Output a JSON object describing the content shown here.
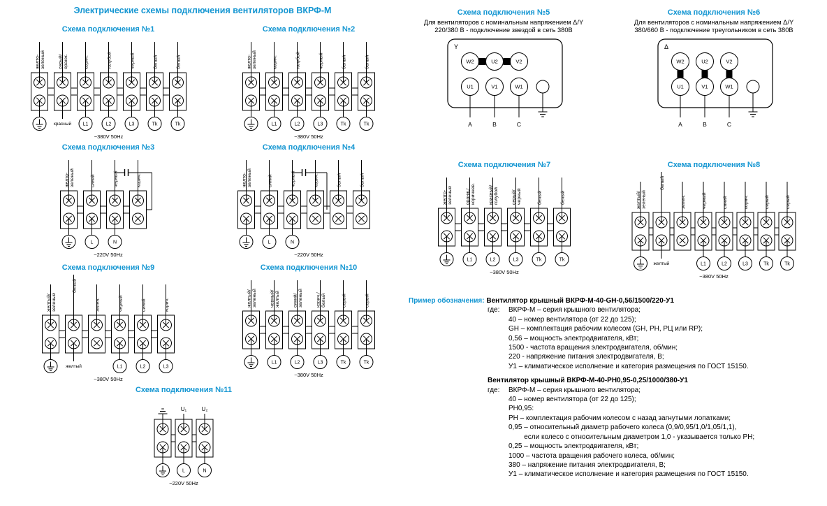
{
  "title": "Электрические схемы подключения вентиляторов ВКРФ-М",
  "colors": {
    "accent": "#1496d2",
    "line": "#000000"
  },
  "strip_schemes": [
    {
      "key": "s1",
      "title": "Схема подключения №1",
      "voltage": "~380V 50Hz",
      "terminals": [
        {
          "top": "желто-|зеленый",
          "bottom": "GND"
        },
        {
          "top": "серый/|оранж.",
          "bottomText": "красный"
        },
        {
          "top": "корич.",
          "bottom": "L1"
        },
        {
          "top": "голубой",
          "bottom": "L2"
        },
        {
          "top": "черный",
          "bottom": "L3"
        },
        {
          "top": "белый",
          "bottom": "Tk"
        },
        {
          "top": "белый",
          "bottom": "Tk"
        }
      ]
    },
    {
      "key": "s2",
      "title": "Схема подключения №2",
      "voltage": "~380V 50Hz",
      "terminals": [
        {
          "top": "желто-|зеленый",
          "bottom": "GND"
        },
        {
          "top": "корич.",
          "bottom": "L1"
        },
        {
          "top": "голубой",
          "bottom": "L2"
        },
        {
          "top": "черный",
          "bottom": "L3"
        },
        {
          "top": "белый",
          "bottom": "Tk"
        },
        {
          "top": "белый",
          "bottom": "Tk"
        }
      ]
    },
    {
      "key": "s3",
      "title": "Схема подключения №3",
      "voltage": "~220V 50Hz",
      "capacitor": [
        2,
        3
      ],
      "terminals": [
        {
          "top": "желто-|зеленый",
          "bottom": "GND"
        },
        {
          "top": "синий",
          "bottom": "L"
        },
        {
          "top": "черный",
          "bottom": "N"
        },
        {
          "top": "корич."
        }
      ]
    },
    {
      "key": "s4",
      "title": "Схема подключения №4",
      "voltage": "~220V 50Hz",
      "capacitor": [
        2,
        3
      ],
      "terminals": [
        {
          "top": "желто-|зеленый",
          "bottom": "GND"
        },
        {
          "top": "синий",
          "bottom": "L"
        },
        {
          "top": "черный",
          "bottom": "N"
        },
        {
          "top": "корич."
        },
        {
          "top": "белый"
        },
        {
          "top": "белый"
        }
      ]
    },
    {
      "key": "s7",
      "title": "Схема подключения №7",
      "voltage": "~380V 50Hz",
      "terminals": [
        {
          "top": "желто-|зеленый",
          "bottom": "GND"
        },
        {
          "top": "оранж./|коричнев.",
          "bottom": "L1"
        },
        {
          "top": "красный/|голубой",
          "bottom": "L2"
        },
        {
          "top": "серый/|черный",
          "bottom": "L3"
        },
        {
          "top": "белый",
          "bottom": "Tk"
        },
        {
          "top": "белый",
          "bottom": "Tk"
        }
      ]
    },
    {
      "key": "s8",
      "title": "Схема подключения №8",
      "voltage": "~380V 50Hz",
      "pitch": 30,
      "terminals": [
        {
          "top": "желтый/|зеленый",
          "bottom": "GND"
        },
        {
          "top": "белый",
          "raise": true,
          "bottomText": "желтый"
        },
        {
          "top": "зелен."
        },
        {
          "top": "черный",
          "bottom": "L1"
        },
        {
          "top": "синий",
          "bottom": "L2"
        },
        {
          "top": "корич.",
          "bottom": "L3"
        },
        {
          "top": "серый",
          "bottom": "Tk"
        },
        {
          "top": "серый",
          "bottom": "Tk"
        }
      ]
    },
    {
      "key": "s9",
      "title": "Схема подключения №9",
      "voltage": "~380V 50Hz",
      "terminals": [
        {
          "top": "желтый/|зеленый",
          "bottom": "GND"
        },
        {
          "top": "белый",
          "raise": true,
          "bottomText": "желтый"
        },
        {
          "top": "зелен."
        },
        {
          "top": "черный",
          "bottom": "L1"
        },
        {
          "top": "синий",
          "bottom": "L2"
        },
        {
          "top": "корич.",
          "bottom": "L3"
        }
      ]
    },
    {
      "key": "s10",
      "title": "Схема подключения №10",
      "voltage": "~380V 50Hz",
      "terminals": [
        {
          "top": "желтый/|зеленый",
          "bottom": "GND"
        },
        {
          "top": "черный/|желтый",
          "bottom": "L1"
        },
        {
          "top": "синий/|зеленый",
          "bottom": "L2"
        },
        {
          "top": "корич./|белый",
          "bottom": "L3"
        },
        {
          "top": "серый",
          "bottom": "Tk"
        },
        {
          "top": "серый",
          "bottom": "Tk"
        }
      ]
    },
    {
      "key": "s11",
      "title": "Схема подключения №11",
      "voltage": "~220V 50Hz",
      "pitch": 30,
      "terminals": [
        {
          "topType": "ground",
          "bottom": "GND"
        },
        {
          "topType": "plain",
          "top": "U₁",
          "bottom": "L"
        },
        {
          "topType": "plain",
          "top": "U₂",
          "bottom": "N"
        }
      ]
    }
  ],
  "motor_schemes": [
    {
      "key": "s5",
      "title": "Схема подключения №5",
      "note": "Для вентиляторов с номинальным напряжением Δ/Y 220/380 В - подключение звездой в сеть 380В",
      "symbol": "Y",
      "connection": "star",
      "top_row": [
        "W2",
        "U2",
        "V2"
      ],
      "bottom_row": [
        "U1",
        "V1",
        "W1"
      ],
      "phases": [
        "A",
        "B",
        "C"
      ]
    },
    {
      "key": "s6",
      "title": "Схема подключения №6",
      "note": "Для вентиляторов с номинальным напряжением Δ/Y 380/660 В - подключение треугольником в сеть 380В",
      "symbol": "Δ",
      "connection": "delta",
      "top_row": [
        "W2",
        "U2",
        "V2"
      ],
      "bottom_row": [
        "U1",
        "V1",
        "W1"
      ],
      "phases": [
        "A",
        "B",
        "C"
      ]
    }
  ],
  "example": {
    "label": "Пример обозначения:",
    "blocks": [
      {
        "heading": "Вентилятор крышный ВКРФ-М-40-GH-0,56/1500/220-У1",
        "where": "где:",
        "lines": [
          "ВКРФ-М – серия крышного вентилятора;",
          "40 – номер вентилятора (от 22 до 125);",
          "GH – комплектация рабочим колесом (GH, PH, РЦ или RP);",
          "0,56 – мощность электродвигателя, кВт;",
          "1500 - частота вращения электродвигателя, об/мин;",
          "220 - напряжение питания электродвигателя, В;",
          "У1 – климатическое исполнение и категория размещения по ГОСТ 15150."
        ]
      },
      {
        "heading": "Вентилятор крышный ВКРФ-М-40-РН0,95-0,25/1000/380-У1",
        "where": "где:",
        "lines": [
          "ВКРФ-М – серия крышного вентилятора;",
          "40 – номер вентилятора (от 22 до 125);",
          "РН0,95:",
          "РН – комплектация рабочим колесом с назад загнутыми лопатками;",
          "0,95 – относительный диаметр рабочего колеса (0,9/0,95/1,0/1,05/1,1),",
          "        если колесо с относительным диаметром 1,0 - указывается только РН;",
          "0,25 – мощность электродвигателя, кВт;",
          "1000 – частота вращения рабочего колеса, об/мин;",
          "380 – напряжение питания электродвигателя, В;",
          "У1 – климатическое исполнение и категория размещения по ГОСТ 15150."
        ]
      }
    ]
  }
}
